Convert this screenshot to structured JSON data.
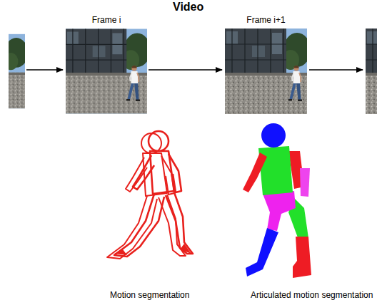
{
  "diagram": {
    "title": "Video",
    "nodes": [
      {
        "text": [
          "Frame i"
        ]
      },
      {
        "text": [
          "Frame i+1"
        ]
      }
    ],
    "edges": [
      {
        "from": 0,
        "to": 1,
        "arrow": "to"
      }
    ],
    "labels": [
      "Motion segmentation",
      "Articulated motion segmentation"
    ]
  }
}
